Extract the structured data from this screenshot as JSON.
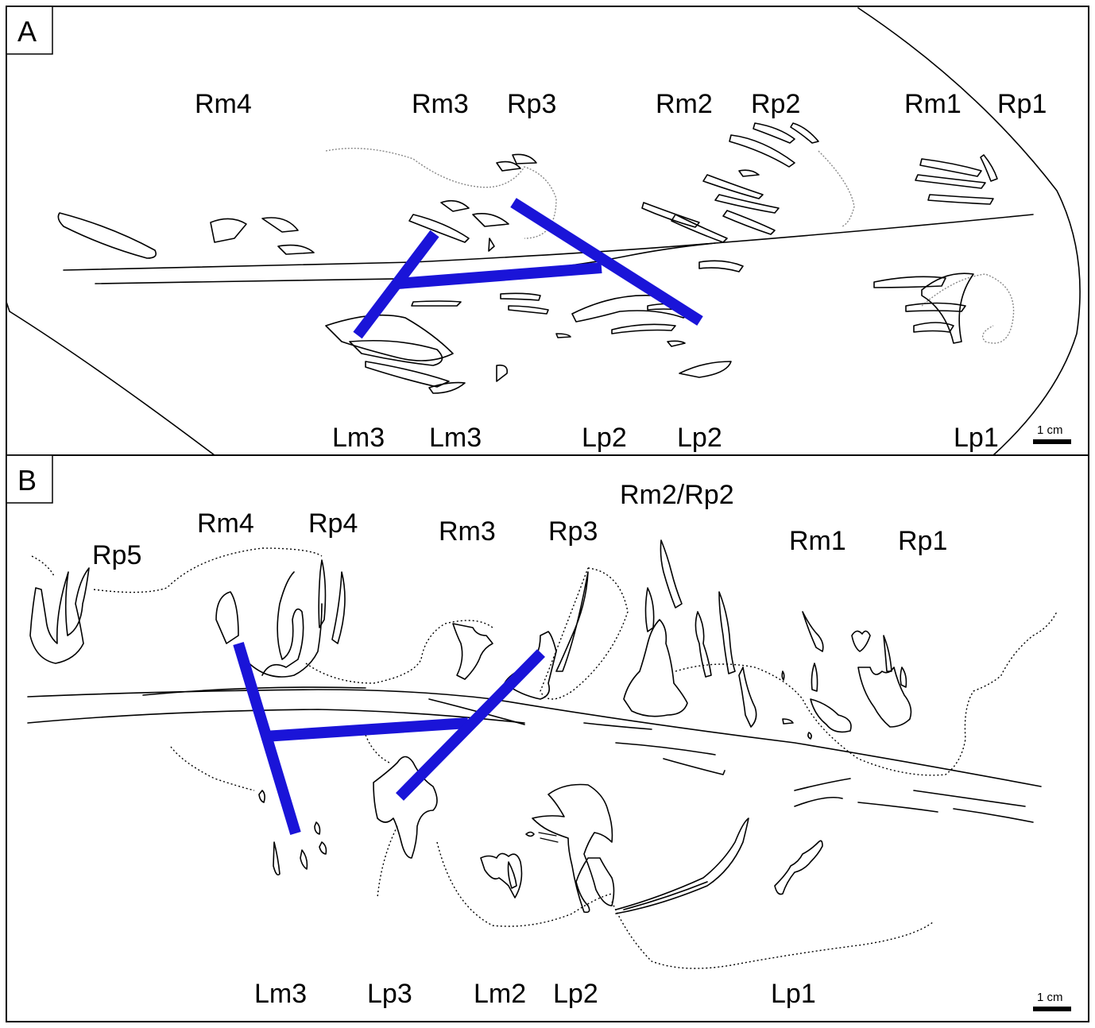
{
  "panels": [
    {
      "letter": "A",
      "scale": "1 cm",
      "top_labels": [
        "Rm4",
        "Rm3",
        "Rp3",
        "Rm2",
        "Rp2",
        "Rm1",
        "Rp1"
      ],
      "bottom_labels": [
        "Lm3",
        "Lm3",
        "Lp2",
        "Lp2",
        "Lp1"
      ]
    },
    {
      "letter": "B",
      "scale": "1 cm",
      "top_labels": [
        "Rp5",
        "Rm4",
        "Rp4",
        "Rm3",
        "Rp3",
        "Rm2/Rp2",
        "Rm1",
        "Rp1"
      ],
      "bottom_labels": [
        "Lm3",
        "Lp3",
        "Lm2",
        "Lp2",
        "Lp1"
      ]
    }
  ],
  "colors": {
    "trackway_line": "#1a14d8",
    "outline": "#000000"
  }
}
